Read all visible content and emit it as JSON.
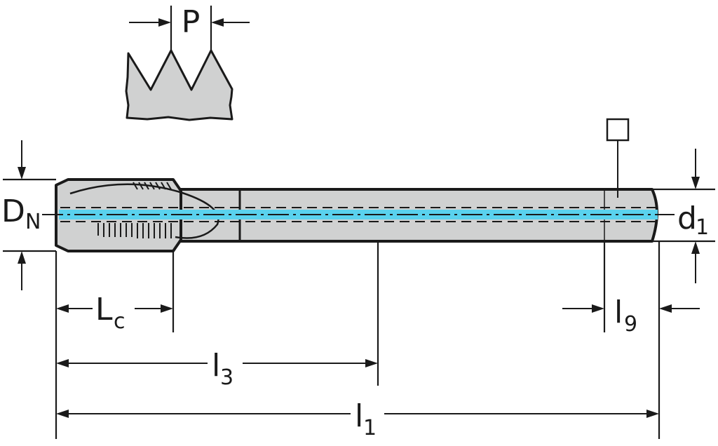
{
  "labels": {
    "pitch": "P",
    "nominal_diameter_main": "D",
    "nominal_diameter_sub": "N",
    "shank_diameter_main": "d",
    "shank_diameter_sub": "1",
    "chamfer_length_main": "L",
    "chamfer_length_sub": "c",
    "total_length_main": "l",
    "total_length_sub": "1",
    "thread_length_main": "l",
    "thread_length_sub": "3",
    "square_length_main": "l",
    "square_length_sub": "9"
  },
  "colors": {
    "body_fill": "#d0d1d1",
    "coolant_channel": "#5ad2ee",
    "outline": "#1a1a1a"
  },
  "icons": {
    "square_drive_symbol": "square-icon"
  }
}
